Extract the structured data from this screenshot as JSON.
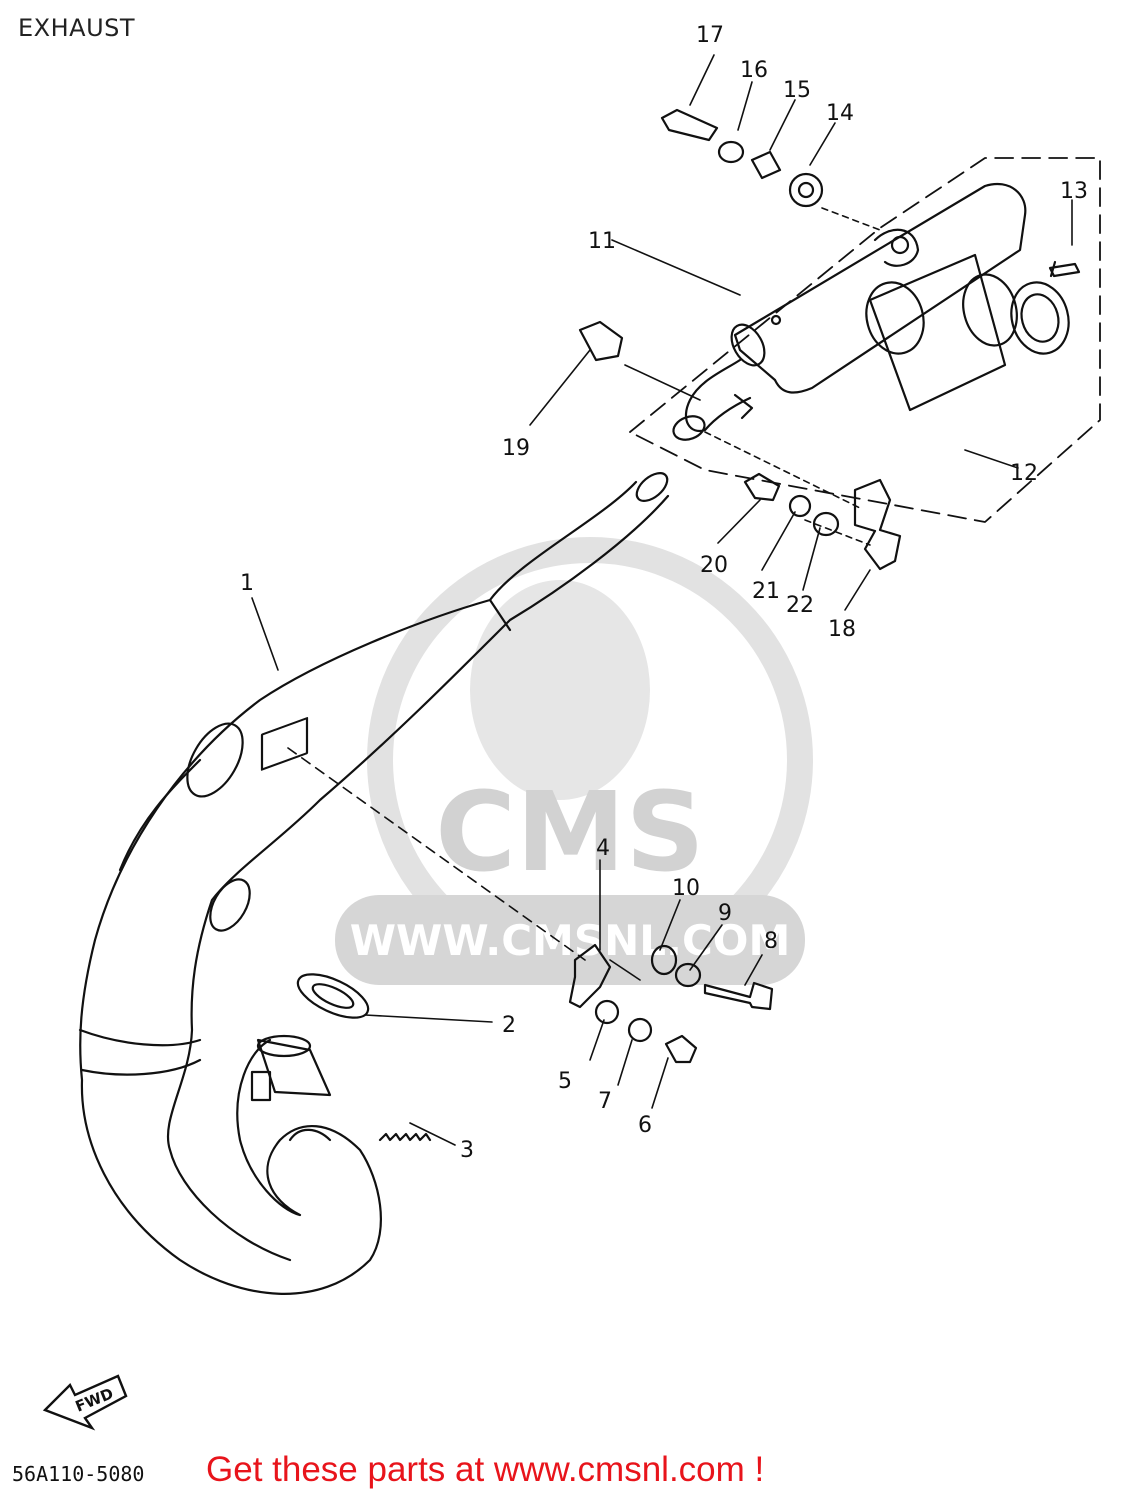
{
  "title": "EXHAUST",
  "part_code": "56A110-5080",
  "promo_text": "Get these parts at www.cmsnl.com !",
  "fwd_label": "FWD",
  "watermark": {
    "brand": "CMS",
    "url": "WWW.CMSNL.COM"
  },
  "colors": {
    "line": "#111111",
    "promo": "#e8141b",
    "watermark": "#d9d9d9"
  },
  "callouts": {
    "p1": "1",
    "p2": "2",
    "p3": "3",
    "p4": "4",
    "p5": "5",
    "p6": "6",
    "p7": "7",
    "p8": "8",
    "p9": "9",
    "p10": "10",
    "p11": "11",
    "p12": "12",
    "p13": "13",
    "p14": "14",
    "p15": "15",
    "p16": "16",
    "p17": "17",
    "p18": "18",
    "p19": "19",
    "p20": "20",
    "p21": "21",
    "p22": "22"
  }
}
